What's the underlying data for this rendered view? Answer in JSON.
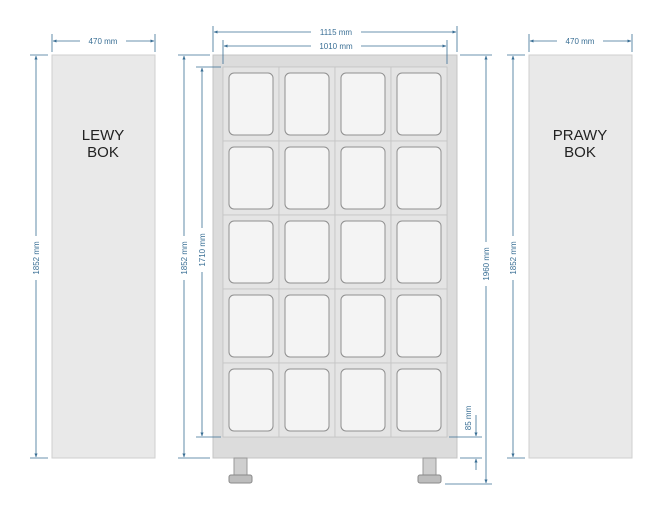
{
  "panels": {
    "left": {
      "label_line1": "LEWY",
      "label_line2": "BOK"
    },
    "right": {
      "label_line1": "PRAWY",
      "label_line2": "BOK"
    }
  },
  "dimensions": {
    "left_width": "470 mm",
    "left_height": "1852 mm",
    "overall_width": "1115 mm",
    "inner_width": "1010 mm",
    "front_height": "1852 mm",
    "inner_height": "1710 mm",
    "overall_height": "1960 mm",
    "base_height": "85 mm",
    "right_width": "470 mm",
    "right_height": "1852 mm"
  },
  "locker_grid": {
    "rows": 5,
    "columns": 4
  },
  "colors": {
    "panel_fill": "#e9e9e9",
    "frame_fill": "#dcdcdc",
    "door_fill": "#f4f4f4",
    "dimension_line": "#3a6f95"
  }
}
